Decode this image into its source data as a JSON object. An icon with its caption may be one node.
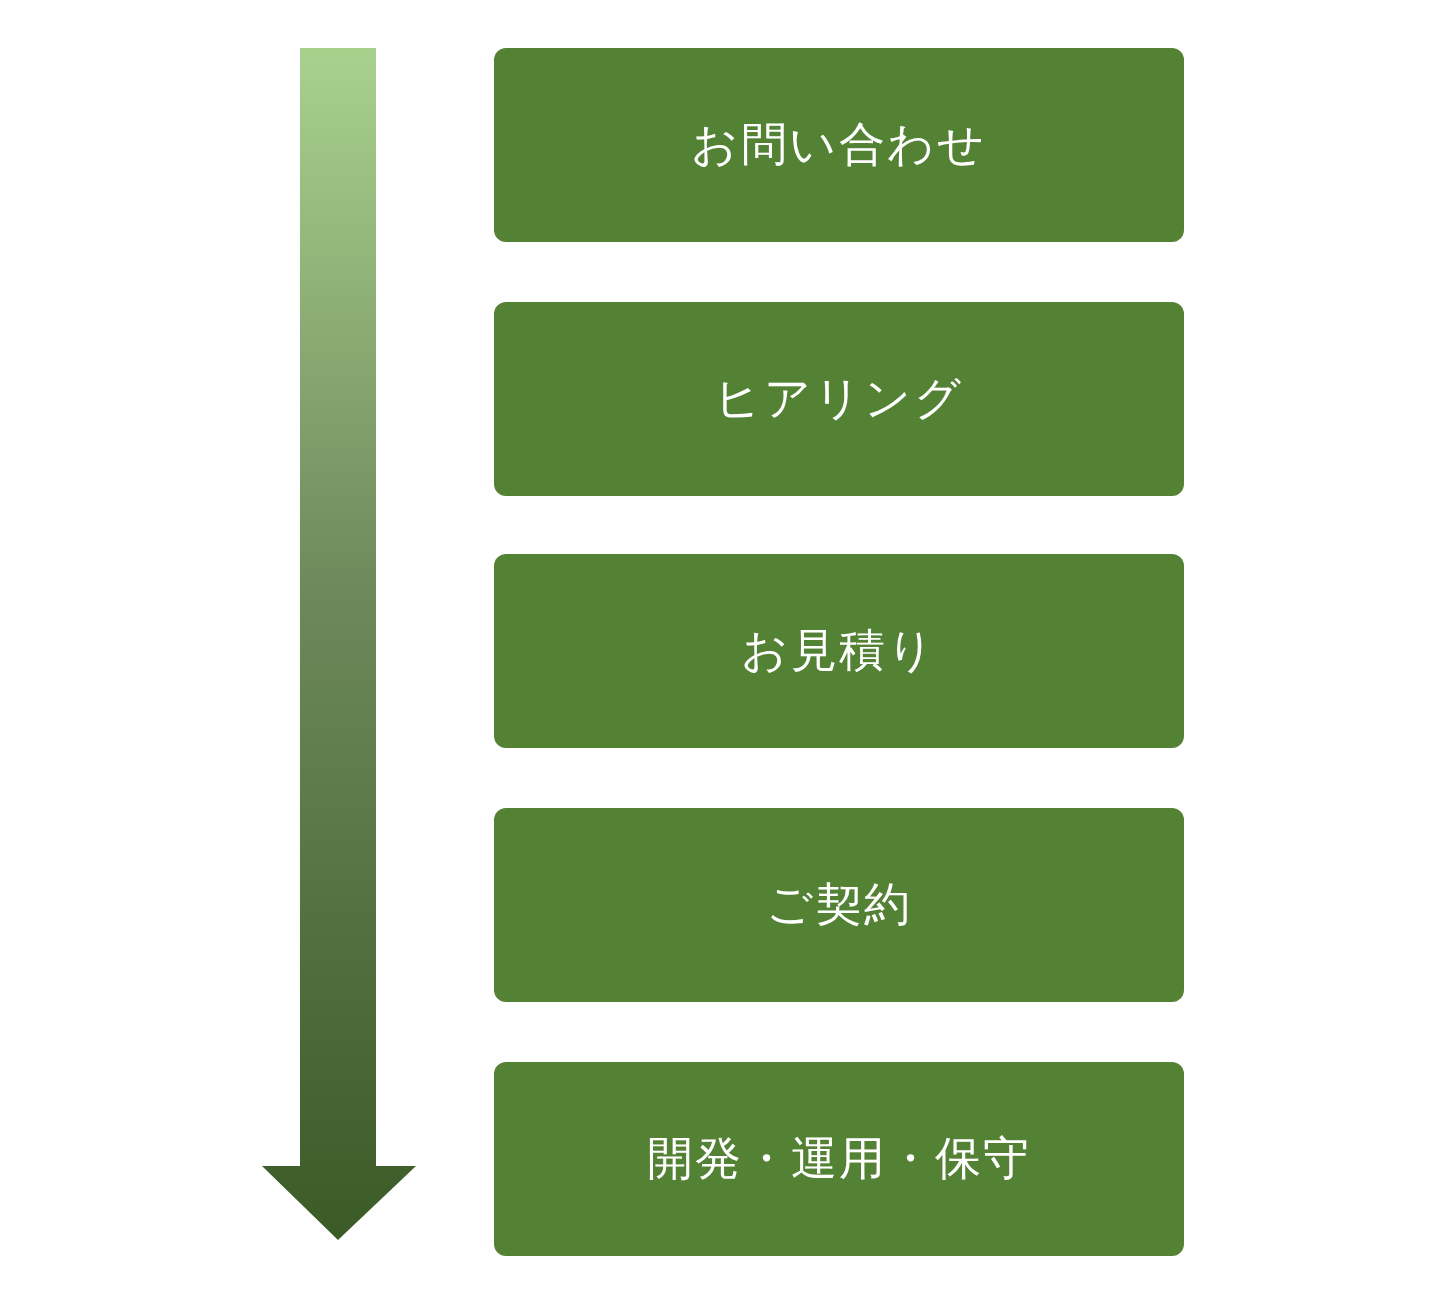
{
  "diagram": {
    "nodes": [
      {
        "text": [
          "お問い合わせ"
        ]
      },
      {
        "text": [
          "ヒアリング"
        ]
      },
      {
        "text": [
          "お見積り"
        ]
      },
      {
        "text": [
          "ご契約"
        ]
      },
      {
        "text": [
          "開発・運用・保守"
        ]
      }
    ]
  }
}
